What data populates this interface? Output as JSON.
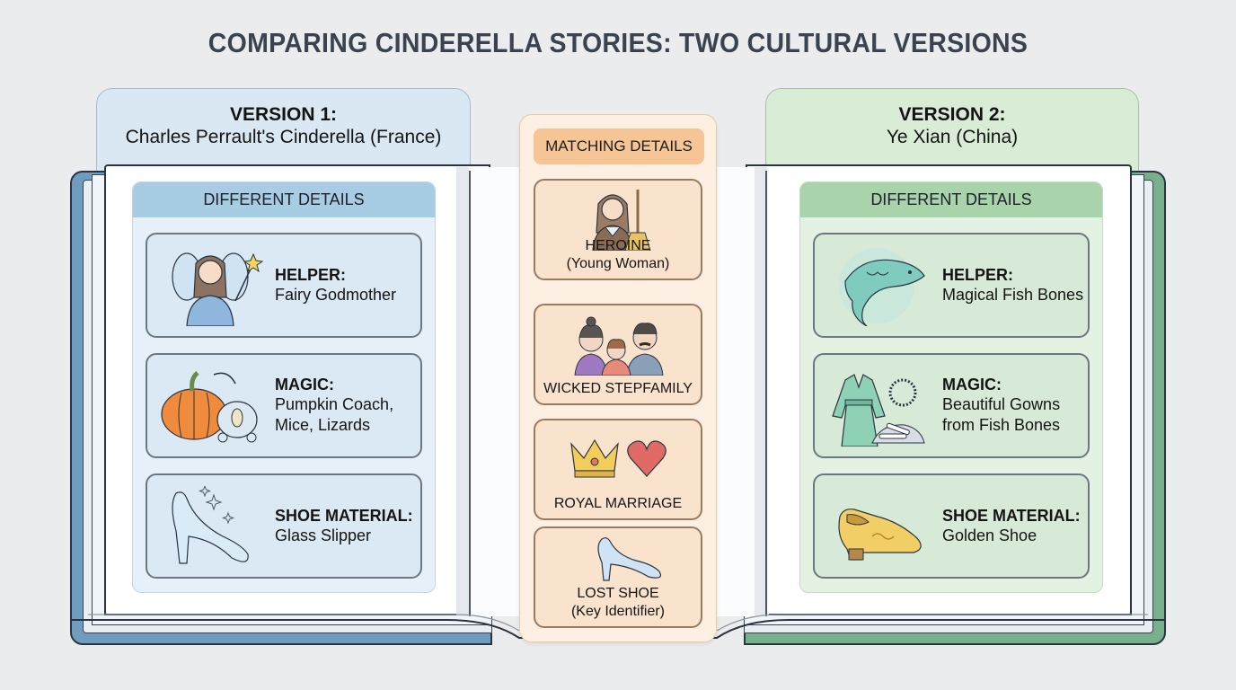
{
  "title": "COMPARING CINDERELLA STORIES: TWO CULTURAL VERSIONS",
  "colors": {
    "background": "#ebeced",
    "version1_accent": "#6f9cbf",
    "version2_accent": "#79b08c",
    "matching_accent": "#f6c596"
  },
  "version1": {
    "number": "VERSION 1:",
    "name": "Charles Perrault's Cinderella (France)",
    "section_title": "DIFFERENT DETAILS",
    "cards": [
      {
        "label": "HELPER:",
        "value_lines": [
          "Fairy Godmother"
        ],
        "icon": "fairy-godmother-icon"
      },
      {
        "label": "MAGIC:",
        "value_lines": [
          "Pumpkin Coach,",
          "Mice, Lizards"
        ],
        "icon": "pumpkin-coach-icon"
      },
      {
        "label": "SHOE MATERIAL:",
        "value_lines": [
          "Glass Slipper"
        ],
        "icon": "glass-slipper-icon"
      }
    ]
  },
  "matching": {
    "section_title": "MATCHING DETAILS",
    "cards": [
      {
        "lines": [
          "HEROINE",
          "(Young Woman)"
        ],
        "icon": "heroine-with-broom-icon"
      },
      {
        "lines": [
          "WICKED STEPFAMILY"
        ],
        "icon": "stepfamily-icon"
      },
      {
        "lines": [
          "ROYAL MARRIAGE"
        ],
        "icon": "crown-and-heart-icon"
      },
      {
        "lines": [
          "LOST SHOE",
          "(Key Identifier)"
        ],
        "icon": "lost-shoe-icon"
      }
    ]
  },
  "version2": {
    "number": "VERSION 2:",
    "name": "Ye Xian (China)",
    "section_title": "DIFFERENT DETAILS",
    "cards": [
      {
        "label": "HELPER:",
        "value_lines": [
          "Magical Fish Bones"
        ],
        "icon": "magic-fish-icon"
      },
      {
        "label": "MAGIC:",
        "value_lines": [
          "Beautiful Gowns",
          "from Fish Bones"
        ],
        "icon": "gown-and-bones-icon"
      },
      {
        "label": "SHOE MATERIAL:",
        "value_lines": [
          "Golden Shoe"
        ],
        "icon": "golden-shoe-icon"
      }
    ]
  }
}
